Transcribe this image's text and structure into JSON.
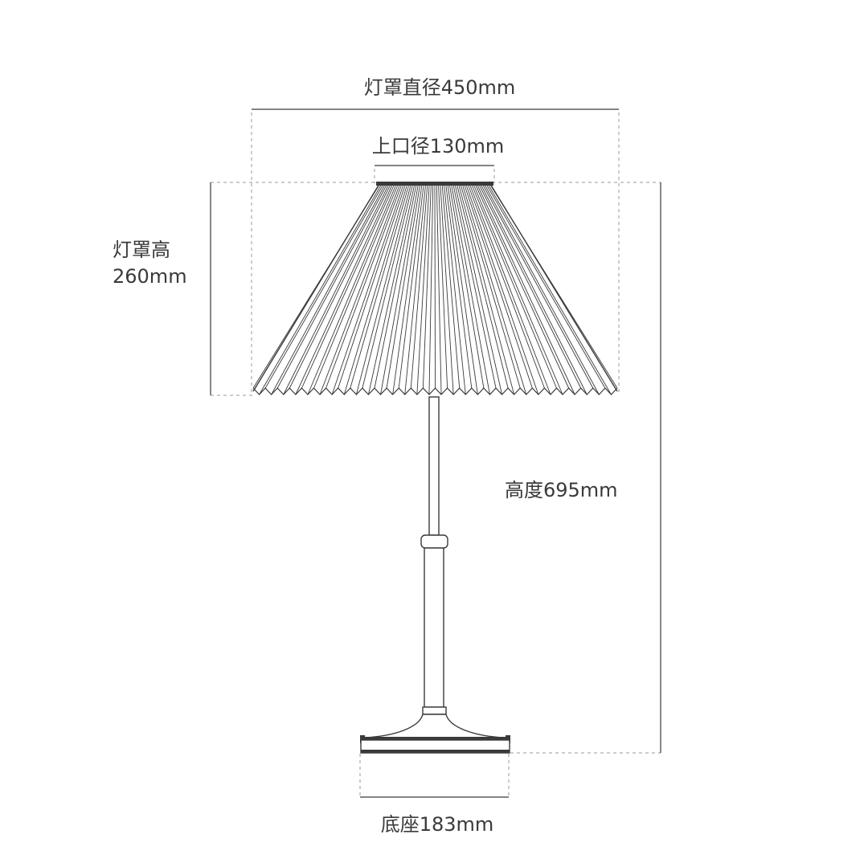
{
  "labels": {
    "shade_diameter": "灯罩直径450mm",
    "top_diameter": "上口径130mm",
    "shade_height_line1": "灯罩高",
    "shade_height_line2": "260mm",
    "total_height": "高度695mm",
    "base": "底座183mm"
  },
  "colors": {
    "line": "#3a3a3a",
    "guide": "#9a9a9a",
    "background": "#ffffff"
  },
  "shade": {
    "pleat_count": 60
  }
}
